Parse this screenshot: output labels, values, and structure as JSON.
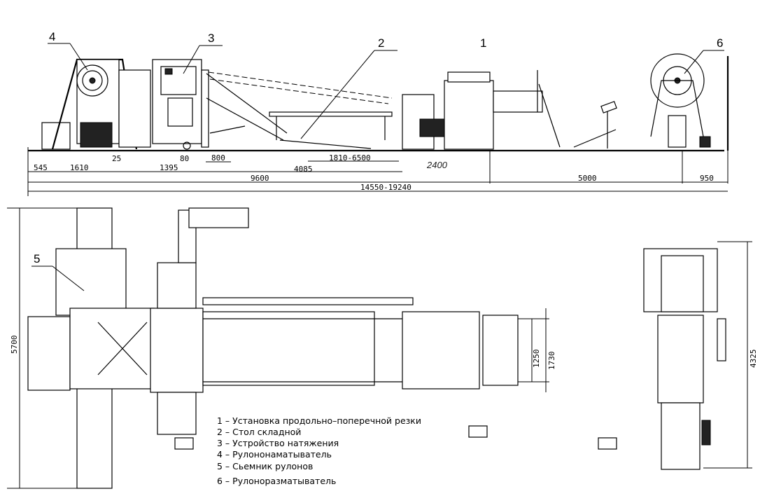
{
  "callouts": {
    "c1": "1",
    "c2": "2",
    "c3": "3",
    "c4": "4",
    "c5": "5",
    "c6": "6"
  },
  "dimensions_side": {
    "d545": "545",
    "d1610": "1610",
    "d25": "25",
    "d1395": "1395",
    "d80": "80",
    "d800": "800",
    "d4085": "4085",
    "d1810": "1810-6500",
    "d2400": "2400",
    "d9600": "9600",
    "d14550": "14550-19240",
    "d5000": "5000",
    "d950": "950"
  },
  "dimensions_plan": {
    "d5700": "5700",
    "d1250": "1250",
    "d1730": "1730"
  },
  "dimensions_end": {
    "d4325": "4325"
  },
  "legend": [
    "1 – Установка продольно–поперечной резки",
    "2 – Стол складной",
    "3 – Устройство натяжения",
    "4 – Рулононаматыватель",
    "5 – Сьемник рулонов",
    "6 – Рулоноразматыватель"
  ]
}
